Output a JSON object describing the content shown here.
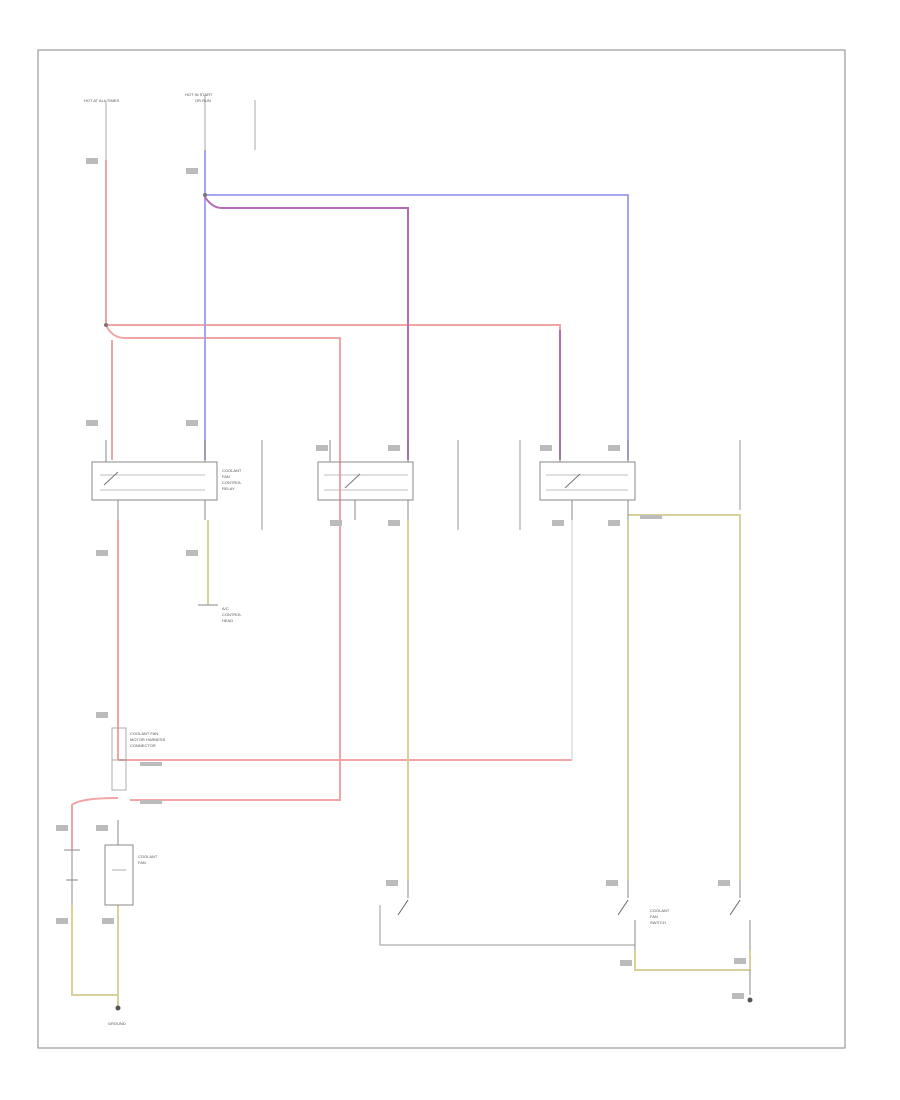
{
  "diagram": {
    "footer_code": "",
    "colors": {
      "red_wire": "#f2a5a5",
      "blue_wire": "#9a9aee",
      "purple_wire": "#b46ab4",
      "yellow_wire": "#d8d29a",
      "border": "#999999",
      "component": "#888888"
    },
    "top_fuse_left": {
      "lines": [
        "HOT AT ALL TIMES",
        "",
        "",
        "",
        ""
      ]
    },
    "top_fuse_right": {
      "lines": [
        "HOT IN START",
        "OR RUN",
        "",
        "",
        ""
      ]
    },
    "relays": [
      {
        "id": "relay-1",
        "name_lines": [
          "COOLANT",
          "FAN",
          "CONTROL",
          "RELAY",
          ""
        ]
      },
      {
        "id": "relay-2",
        "name_lines": [
          "",
          "",
          "",
          "",
          ""
        ]
      },
      {
        "id": "relay-3",
        "name_lines": [
          "",
          "",
          "",
          "",
          ""
        ]
      }
    ],
    "connectors": {
      "fan_control": [
        "A/C",
        "CONTROL",
        "HEAD"
      ],
      "fan_motor_junction": [
        "COOLANT FAN",
        "MOTOR HARNESS",
        "CONNECTOR"
      ],
      "fan_motor": [
        "COOLANT",
        "FAN"
      ],
      "ground_left": [
        "GROUND",
        ""
      ],
      "ground_right": [
        "",
        "",
        ""
      ],
      "switch_mid": [
        "COOLANT",
        "FAN",
        "SWITCH"
      ],
      "switch_right": [
        "",
        "",
        ""
      ]
    }
  }
}
